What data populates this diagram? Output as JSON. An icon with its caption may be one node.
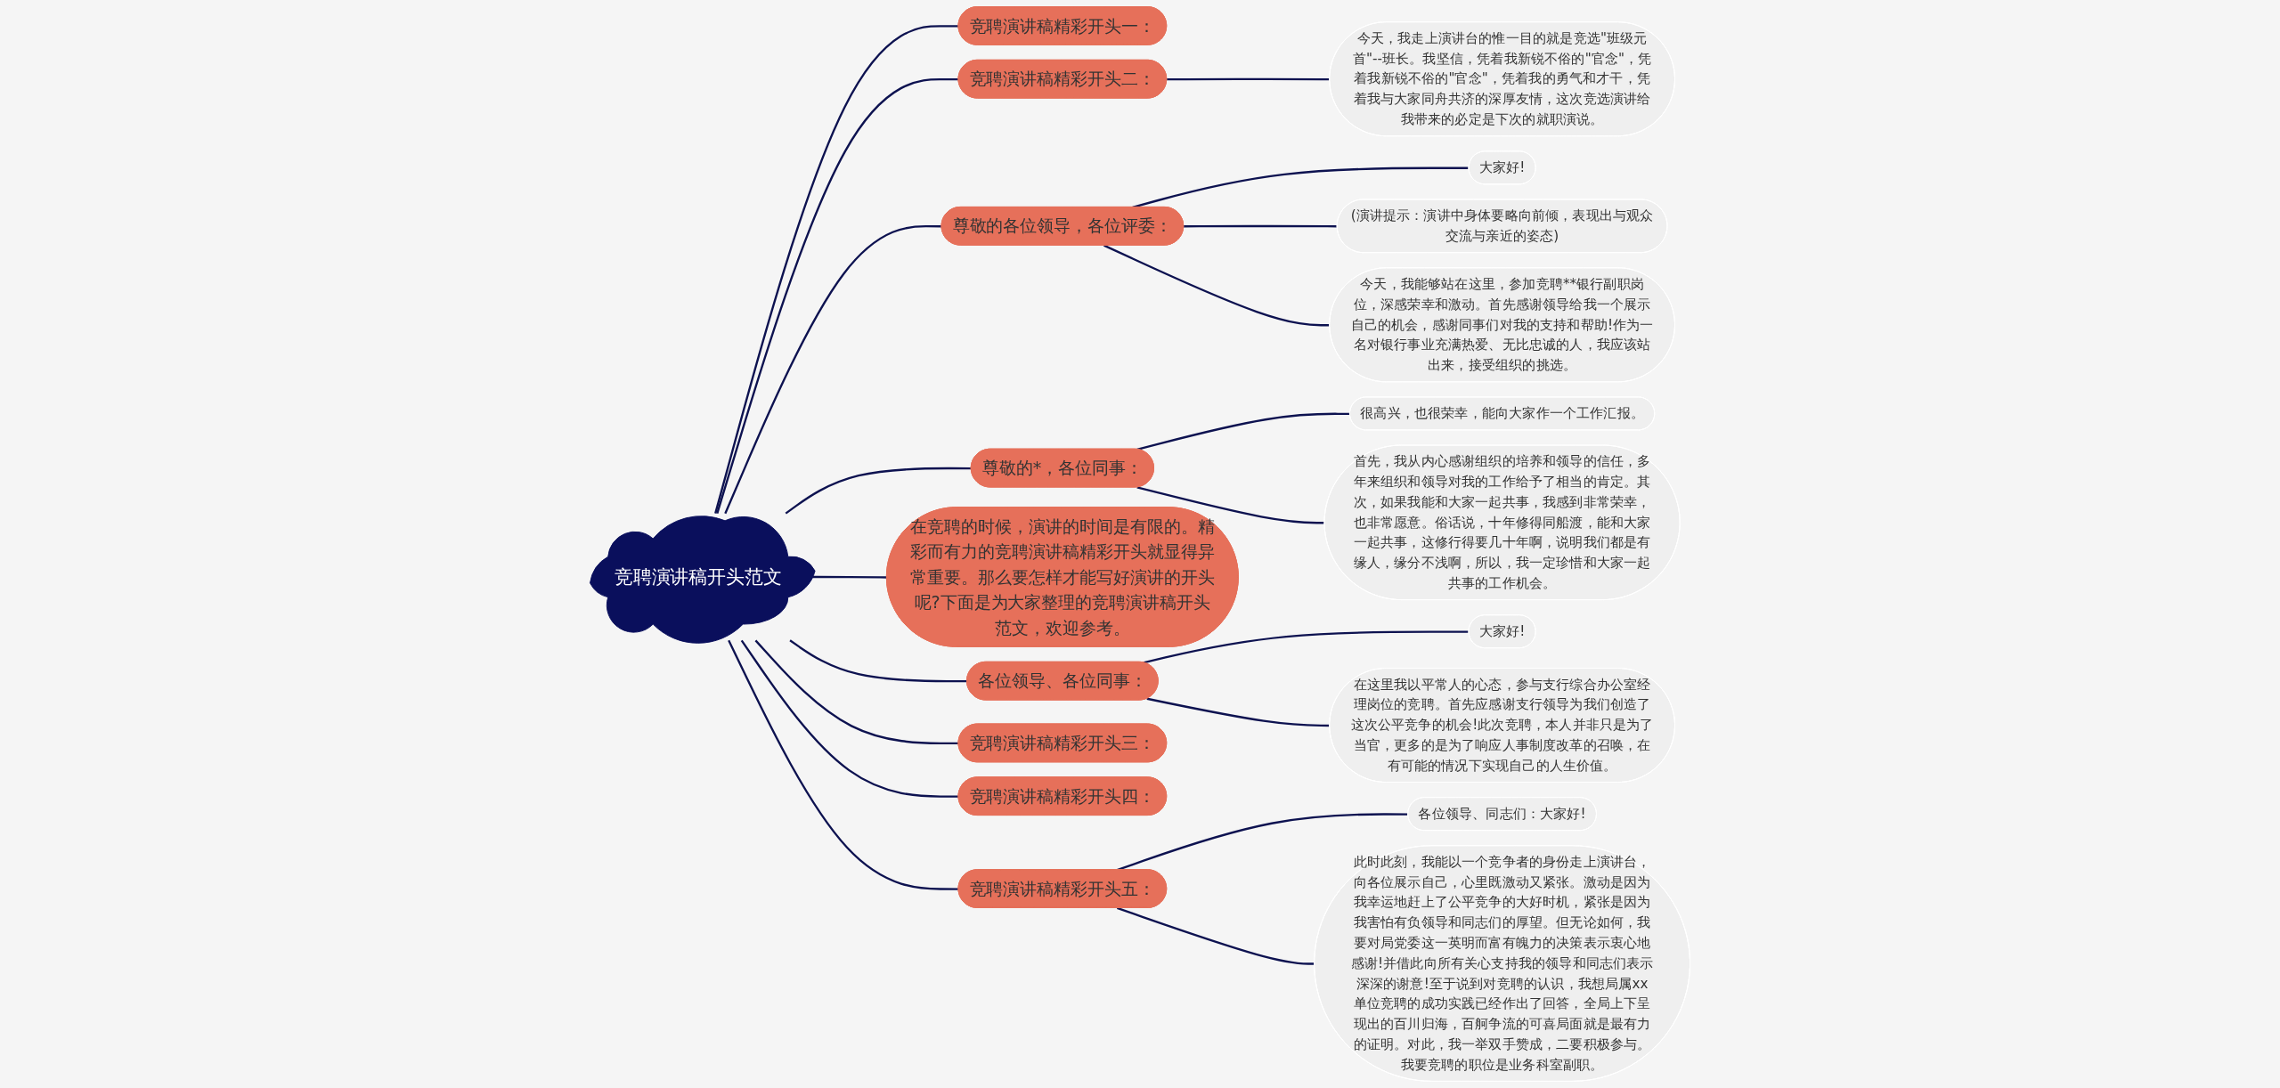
{
  "diagram": {
    "nodes": [
      {
        "text": [
          "竞聘演讲稿开头范文"
        ]
      },
      {
        "text": [
          "竞聘演讲稿精彩开头一："
        ]
      },
      {
        "text": [
          "竞聘演讲稿精彩开头二："
        ]
      },
      {
        "text": [
          "今天，我走上演讲台的惟一目的就是竞选\"班级元首\"--班长。我坚信，凭着我新锐不俗的\"官念\"，凭着我新锐不俗的\"官念\"，凭着我的勇气和才干，凭着我与大家同舟共济的深厚友情，这次竞选演讲给我带来的必定是下次的就职演说。"
        ]
      },
      {
        "text": [
          "尊敬的各位领导，各位评委："
        ]
      },
      {
        "text": [
          "大家好!"
        ]
      },
      {
        "text": [
          "(演讲提示：演讲中身体要略向前倾，表现出与观众交流与亲近的姿态)"
        ]
      },
      {
        "text": [
          "今天，我能够站在这里，参加竞聘**银行副职岗位，深感荣幸和激动。首先感谢领导给我一个展示自己的机会，感谢同事们对我的支持和帮助!作为一名对银行事业充满热爱、无比忠诚的人，我应该站出来，接受组织的挑选。"
        ]
      },
      {
        "text": [
          "尊敬的*，各位同事："
        ]
      },
      {
        "text": [
          "很高兴，也很荣幸，能向大家作一个工作汇报。"
        ]
      },
      {
        "text": [
          "首先，我从内心感谢组织的培养和领导的信任，多年来组织和领导对我的工作给予了相当的肯定。其次，如果我能和大家一起共事，我感到非常荣幸，也非常愿意。俗话说，十年修得同船渡，能和大家一起共事，这修行得要几十年啊，说明我们都是有缘人，缘分不浅啊，所以，我一定珍惜和大家一起共事的工作机会。"
        ]
      },
      {
        "text": [
          "在竞聘的时候，演讲的时间是有限的。精彩而有力的竞聘演讲稿精彩开头就显得异常重要。那么要怎样才能写好演讲的开头呢?下面是为大家整理的竞聘演讲稿开头范文，欢迎参考。"
        ]
      },
      {
        "text": [
          "各位领导、各位同事："
        ]
      },
      {
        "text": [
          "大家好!"
        ]
      },
      {
        "text": [
          "在这里我以平常人的心态，参与支行综合办公室经理岗位的竞聘。首先应感谢支行领导为我们创造了这次公平竞争的机会!此次竞聘，本人并非只是为了当官，更多的是为了响应人事制度改革的召唤，在有可能的情况下实现自己的人生价值。"
        ]
      },
      {
        "text": [
          "竞聘演讲稿精彩开头三："
        ]
      },
      {
        "text": [
          "竞聘演讲稿精彩开头四："
        ]
      },
      {
        "text": [
          "竞聘演讲稿精彩开头五："
        ]
      },
      {
        "text": [
          "各位领导、同志们：大家好!"
        ]
      },
      {
        "text": [
          "此时此刻，我能以一个竞争者的身份走上演讲台，向各位展示自己，心里既激动又紧张。激动是因为我幸运地赶上了公平竞争的大好时机，紧张是因为我害怕有负领导和同志们的厚望。但无论如何，我要对局党委这一英明而富有魄力的决策表示衷心地感谢!并借此向所有关心支持我的领导和同志们表示深深的谢意!至于说到对竞聘的认识，我想局属xx单位竞聘的成功实践已经作出了回答，全局上下呈现出的百川归海，百舸争流的可喜局面就是最有力的证明。对此，我一举双手赞成，二要积极参与。我要竞聘的职位是业务科室副职。"
        ]
      }
    ],
    "edges": [
      {
        "from": 0,
        "to": 1,
        "arrow": "none"
      },
      {
        "from": 0,
        "to": 2,
        "arrow": "none"
      },
      {
        "from": 2,
        "to": 3,
        "arrow": "none"
      },
      {
        "from": 0,
        "to": 4,
        "arrow": "none"
      },
      {
        "from": 4,
        "to": 5,
        "arrow": "none"
      },
      {
        "from": 4,
        "to": 6,
        "arrow": "none"
      },
      {
        "from": 4,
        "to": 7,
        "arrow": "none"
      },
      {
        "from": 0,
        "to": 8,
        "arrow": "none"
      },
      {
        "from": 8,
        "to": 9,
        "arrow": "none"
      },
      {
        "from": 8,
        "to": 10,
        "arrow": "none"
      },
      {
        "from": 0,
        "to": 11,
        "arrow": "none"
      },
      {
        "from": 0,
        "to": 12,
        "arrow": "none"
      },
      {
        "from": 12,
        "to": 13,
        "arrow": "none"
      },
      {
        "from": 12,
        "to": 14,
        "arrow": "none"
      },
      {
        "from": 0,
        "to": 15,
        "arrow": "none"
      },
      {
        "from": 0,
        "to": 16,
        "arrow": "none"
      },
      {
        "from": 0,
        "to": 17,
        "arrow": "none"
      },
      {
        "from": 17,
        "to": 18,
        "arrow": "none"
      },
      {
        "from": 17,
        "to": 19,
        "arrow": "none"
      }
    ]
  }
}
